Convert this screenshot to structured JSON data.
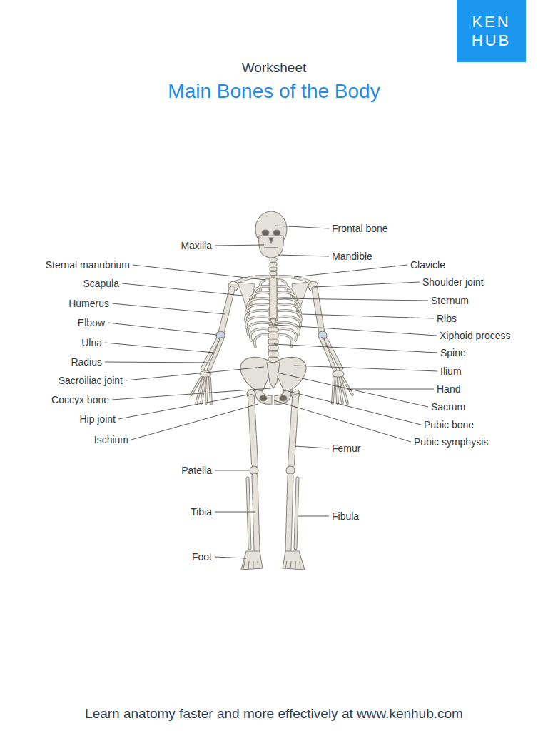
{
  "diagram": {
    "title": "Main Bones of the Body",
    "caption": "Learn anatomy faster and more effectively at www.kenhub.com",
    "nodes": [
      {
        "text": [
          "KEN HUB"
        ]
      }
    ],
    "labels": [
      "Worksheet",
      "Frontal bone",
      "Maxilla",
      "Mandible",
      "Sternal manubrium",
      "Clavicle",
      "Scapula",
      "Shoulder joint",
      "Humerus",
      "Sternum",
      "Elbow",
      "Ribs",
      "Xiphoid process",
      "Ulna",
      "Spine",
      "Radius",
      "Ilium",
      "Sacroiliac joint",
      "Hand",
      "Coccyx bone",
      "Sacrum",
      "Hip joint",
      "Pubic bone",
      "Ischium",
      "Pubic symphysis",
      "Femur",
      "Patella",
      "Tibia",
      "Fibula",
      "Foot"
    ]
  }
}
